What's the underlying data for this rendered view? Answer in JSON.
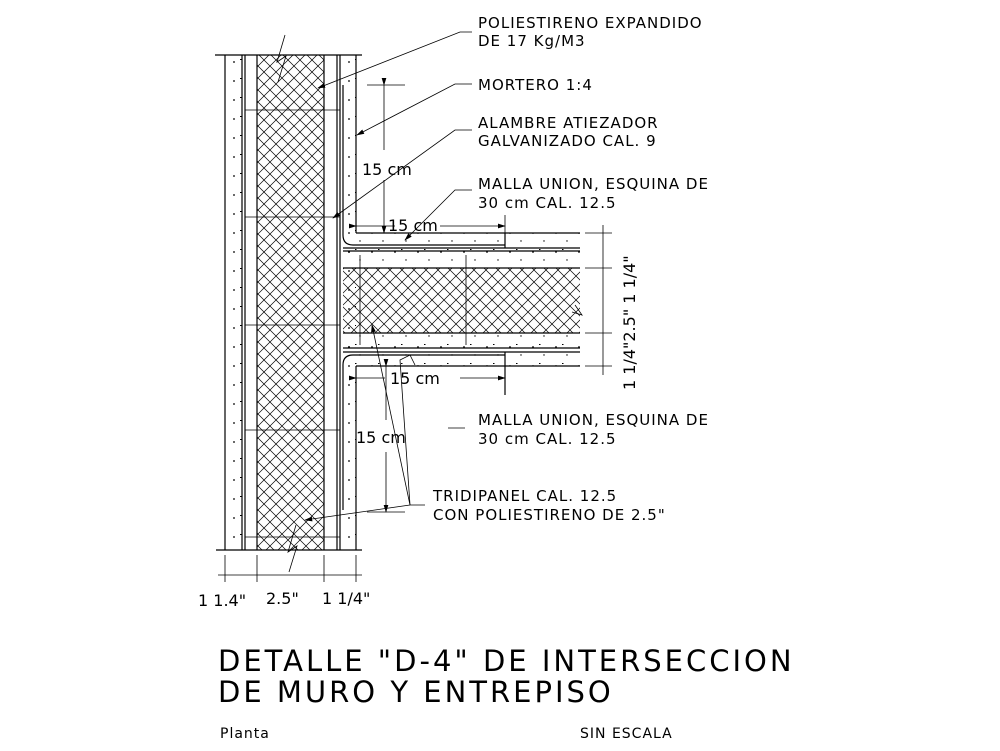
{
  "labels": {
    "poliestireno_1": "POLIESTIRENO EXPANDIDO",
    "poliestireno_2": "DE 17 Kg/M3",
    "mortero": "MORTERO 1:4",
    "alambre_1": "ALAMBRE ATIEZADOR",
    "alambre_2": "GALVANIZADO CAL. 9",
    "malla_top_1": "MALLA UNION, ESQUINA DE",
    "malla_top_2": "30 cm CAL. 12.5",
    "malla_bot_1": "MALLA UNION, ESQUINA DE",
    "malla_bot_2": "30 cm CAL. 12.5",
    "tridipanel_1": "TRIDIPANEL CAL. 12.5",
    "tridipanel_2": "CON POLIESTIRENO DE 2.5\""
  },
  "dimensions": {
    "vert_top": "15 cm",
    "horiz_top": "15 cm",
    "horiz_bot": "15 cm",
    "vert_bot": "15 cm",
    "slab_thickness": "1 1/4\"2.5\" 1 1/4\"",
    "wall_1": "1 1.4\"",
    "wall_2": "2.5\"",
    "wall_3": "1 1/4\""
  },
  "title": {
    "line1": "DETALLE \"D-4\" DE INTERSECCION",
    "line2": "DE MURO Y ENTREPISO"
  },
  "footer": {
    "view": "Planta",
    "scale": "SIN ESCALA"
  },
  "colors": {
    "ink": "#000000",
    "background": "#ffffff"
  }
}
